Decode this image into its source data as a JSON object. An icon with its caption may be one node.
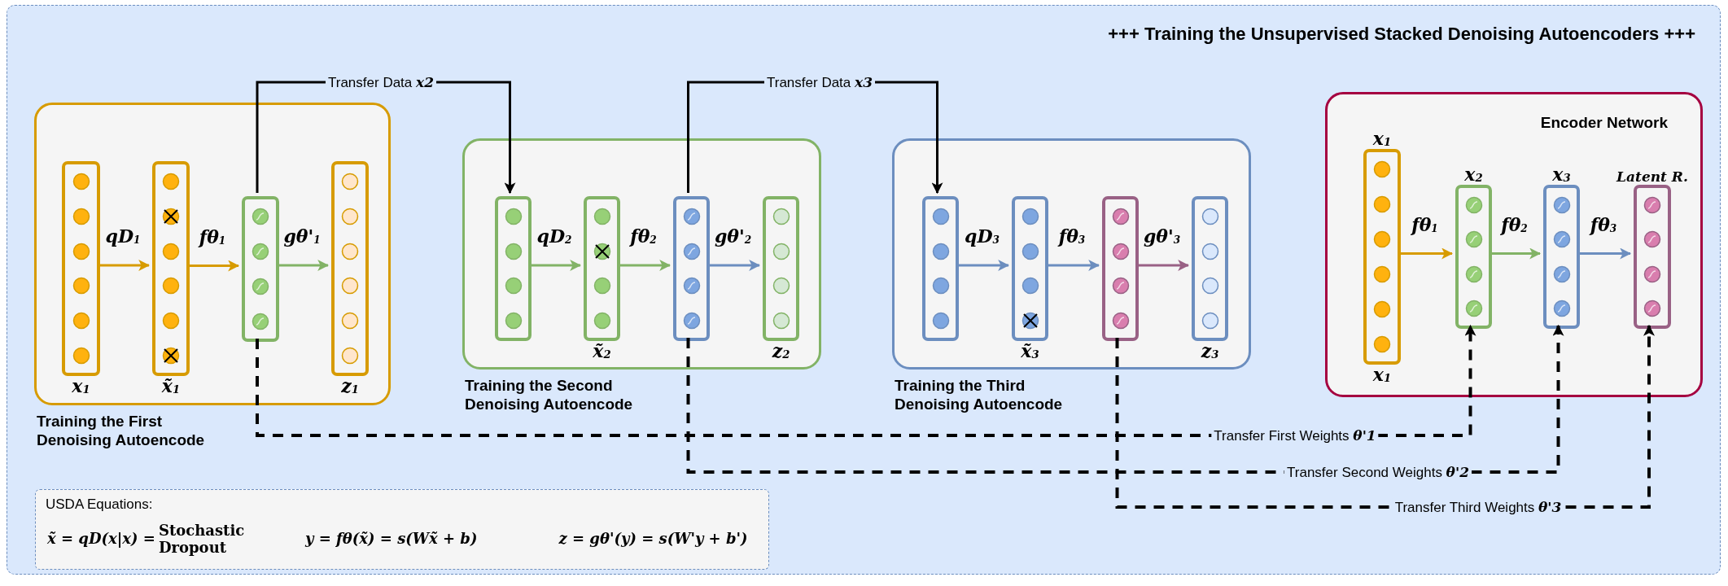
{
  "diagram": {
    "nodes": [
      {
        "text": [
          "+++ Training the Unsupervised Stacked Denoising Autoencoders +++"
        ]
      },
      {
        "text": [
          "Training the First Denoising Autoencode"
        ],
        "in": 0
      },
      {
        "text": [
          "x$_{1}$"
        ],
        "in": 1
      },
      {
        "text": [
          "x̃$_{1}$"
        ],
        "in": 1
      },
      {
        "text": [],
        "shape": "bar",
        "in": 1
      },
      {
        "text": [
          "z$_{1}$"
        ],
        "in": 1
      },
      {
        "text": [
          "Training the Second Denoising Autoencode"
        ],
        "in": 0
      },
      {
        "text": [],
        "shape": "bar",
        "in": 6
      },
      {
        "text": [
          "x̃$_{2}$"
        ],
        "in": 6
      },
      {
        "text": [],
        "shape": "bar",
        "in": 6
      },
      {
        "text": [
          "z$_{2}$"
        ],
        "in": 6
      },
      {
        "text": [
          "Training the Third Denoising Autoencode"
        ],
        "in": 0
      },
      {
        "text": [],
        "shape": "bar",
        "in": 11
      },
      {
        "text": [
          "x̃$_{3}$"
        ],
        "in": 11
      },
      {
        "text": [],
        "shape": "bar",
        "in": 11
      },
      {
        "text": [
          "z$_{3}$"
        ],
        "in": 11
      },
      {
        "text": [
          "Encoder Network"
        ],
        "in": 0
      },
      {
        "text": [
          "x$_{1}$",
          "x$_{1}$"
        ],
        "in": 16
      },
      {
        "text": [
          "x$_{2}$"
        ],
        "in": 16
      },
      {
        "text": [
          "x$_{3}$"
        ],
        "in": 16
      },
      {
        "text": [
          "Latent R."
        ],
        "in": 16
      },
      {
        "text": [
          "USDA Equations:",
          "x̃ = qD(x|x) =",
          "Stochastic Dropout",
          "y = fθ(x̃) = s(Wx̃ + b)",
          "z = gθ'(y) = s(W'y + b')"
        ],
        "in": 0
      }
    ],
    "edges": [
      {
        "from": 2,
        "to": 3,
        "arrow": "to",
        "label": "qD$_{1}$",
        "color": "#d79b00"
      },
      {
        "from": 3,
        "to": 4,
        "arrow": "to",
        "label": "fθ$_{1}$",
        "color": "#d79b00"
      },
      {
        "from": 4,
        "to": 5,
        "arrow": "to",
        "label": "gθ'$_{1}$",
        "color": "#82b366"
      },
      {
        "from": 7,
        "to": 8,
        "arrow": "to",
        "label": "qD$_{2}$",
        "color": "#82b366"
      },
      {
        "from": 8,
        "to": 9,
        "arrow": "to",
        "label": "fθ$_{2}$",
        "color": "#82b366"
      },
      {
        "from": 9,
        "to": 10,
        "arrow": "to",
        "label": "gθ'$_{2}$",
        "color": "#6c8ebf"
      },
      {
        "from": 12,
        "to": 13,
        "arrow": "to",
        "label": "qD$_{3}$",
        "color": "#6c8ebf"
      },
      {
        "from": 13,
        "to": 14,
        "arrow": "to",
        "label": "fθ$_{3}$",
        "color": "#6c8ebf"
      },
      {
        "from": 14,
        "to": 15,
        "arrow": "to",
        "label": "gθ'$_{3}$",
        "color": "#996185"
      },
      {
        "from": 17,
        "to": 18,
        "arrow": "to",
        "label": "fθ$_{1}$",
        "color": "#d79b00"
      },
      {
        "from": 18,
        "to": 19,
        "arrow": "to",
        "label": "fθ$_{2}$",
        "color": "#82b366"
      },
      {
        "from": 19,
        "to": 20,
        "arrow": "to",
        "label": "fθ$_{3}$",
        "color": "#6c8ebf"
      },
      {
        "from": 4,
        "to": 7,
        "arrow": "to",
        "label": "Transfer Data **x2**",
        "color": "#000000"
      },
      {
        "from": 9,
        "to": 12,
        "arrow": "to",
        "label": "Transfer Data **x3**",
        "color": "#000000"
      },
      {
        "from": 4,
        "to": 18,
        "arrow": "to",
        "label": "Transfer First Weights **θ'1**",
        "style": "dashed",
        "color": "#000000"
      },
      {
        "from": 9,
        "to": 19,
        "arrow": "to",
        "label": "Transfer Second Weights **θ'2**",
        "style": "dashed",
        "color": "#000000"
      },
      {
        "from": 14,
        "to": 20,
        "arrow": "to",
        "label": "Transfer Third Weights **θ'3**",
        "style": "dashed",
        "color": "#000000"
      }
    ]
  }
}
